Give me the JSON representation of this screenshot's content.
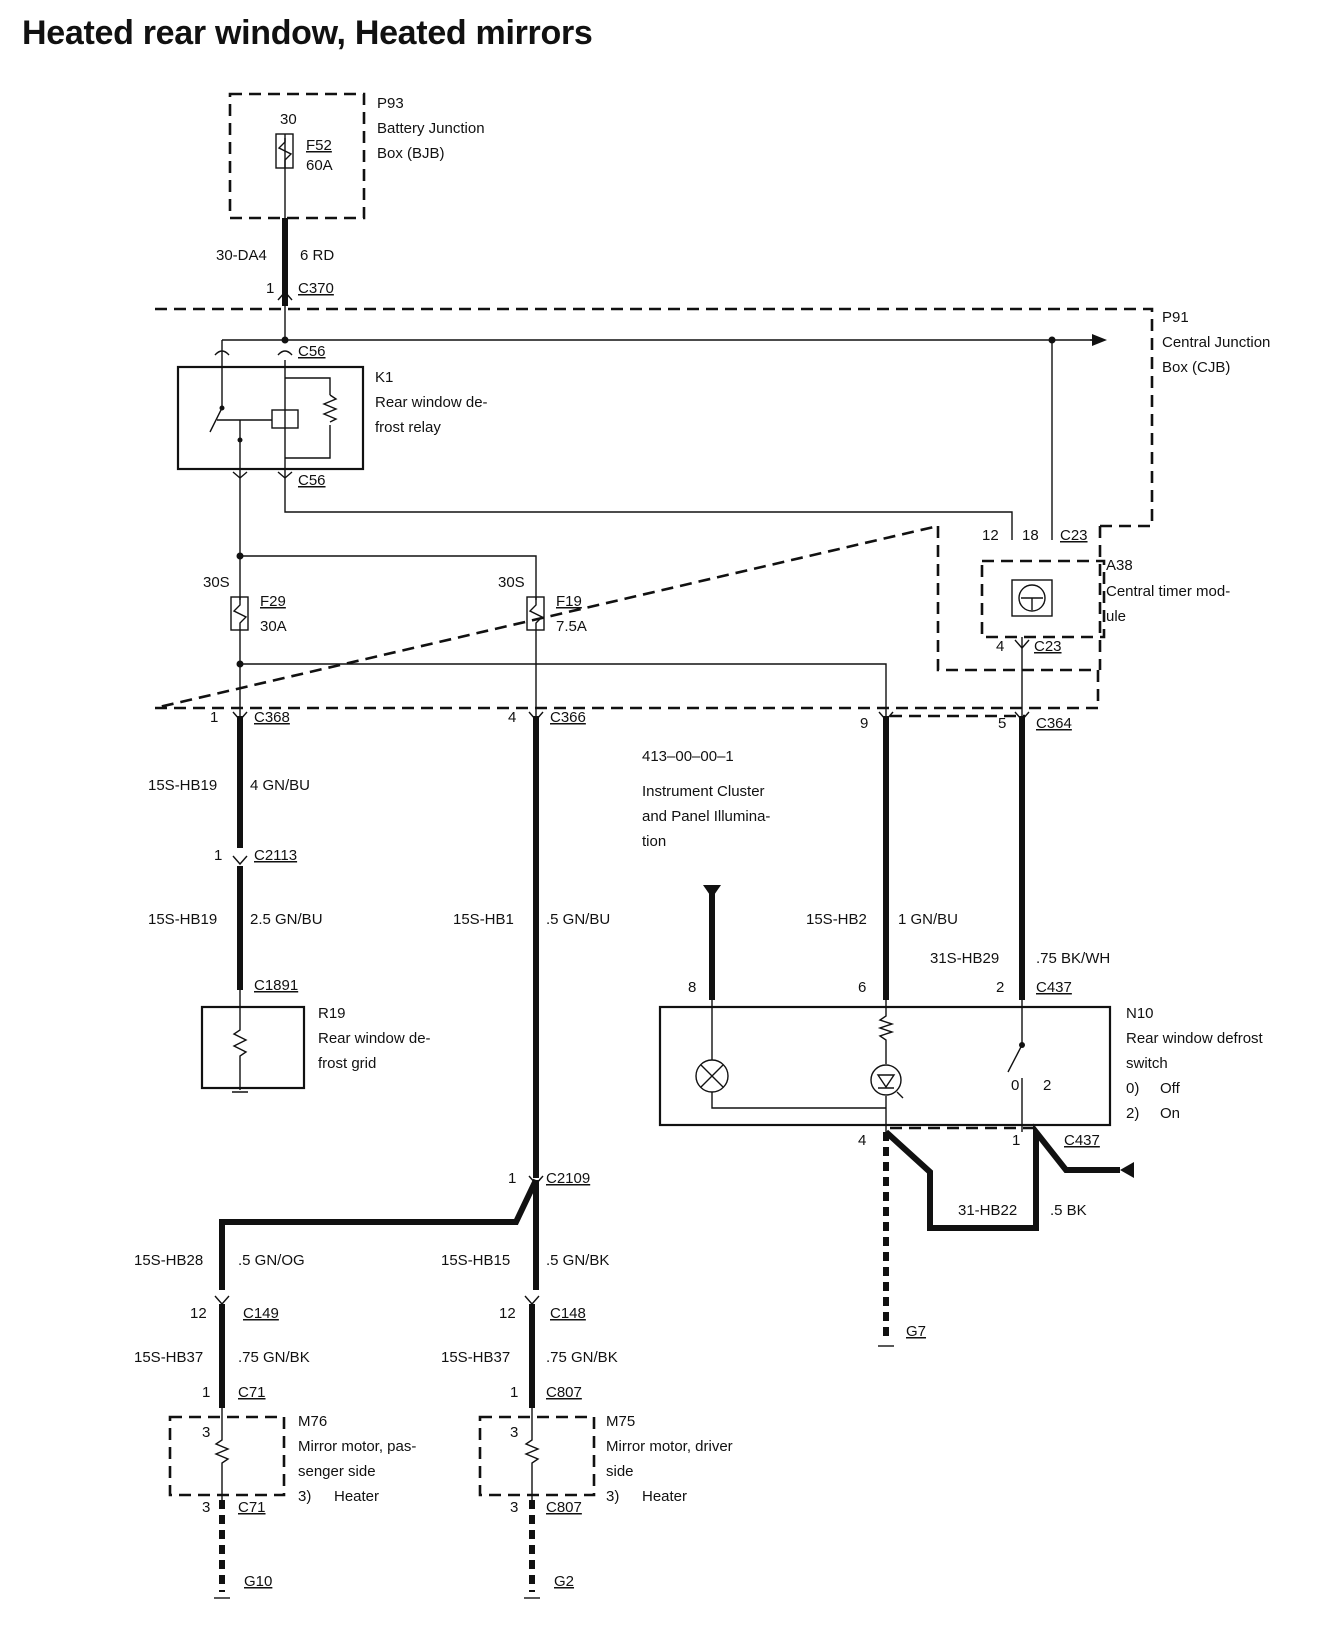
{
  "title": "Heated rear window, Heated mirrors",
  "components": {
    "p93": {
      "id": "P93",
      "line1": "Battery Junction",
      "line2": "Box (BJB)",
      "terminal": "30",
      "fuse": "F52",
      "rating": "60A"
    },
    "p91": {
      "id": "P91",
      "line1": "Central Junction",
      "line2": "Box (CJB)"
    },
    "k1": {
      "id": "K1",
      "line1": "Rear window de-",
      "line2": "frost relay",
      "conn_top": "C56",
      "conn_bottom": "C56"
    },
    "a38": {
      "id": "A38",
      "line1": "Central timer mod-",
      "line2": "ule",
      "conn_top": "C23",
      "pin_a": "12",
      "pin_b": "18",
      "conn_bottom": "C23",
      "pin_out": "4"
    },
    "f29": {
      "terminal": "30S",
      "fuse": "F29",
      "rating": "30A"
    },
    "f19": {
      "terminal": "30S",
      "fuse": "F19",
      "rating": "7.5A"
    },
    "r19": {
      "id": "R19",
      "line1": "Rear window de-",
      "line2": "frost grid",
      "conn": "C1891"
    },
    "n10": {
      "id": "N10",
      "line1": "Rear window defrost",
      "line2": "switch",
      "state0_key": "0)",
      "state0": "Off",
      "state2_key": "2)",
      "state2": "On",
      "pos0": "0",
      "pos2": "2",
      "pin_lamp": "8",
      "pin_ind": "6",
      "pin_sw": "2",
      "conn_top": "C437",
      "pin_gnd": "4",
      "pin_gnd2": "1",
      "conn_bottom": "C437"
    },
    "m76": {
      "id": "M76",
      "line1": "Mirror motor, pas-",
      "line2": "senger side",
      "note_key": "3)",
      "note": "Heater",
      "pin_in": "3",
      "pin_out": "3",
      "conn_in": "C71",
      "pin_c71": "1",
      "conn_out": "C71"
    },
    "m75": {
      "id": "M75",
      "line1": "Mirror motor, driver",
      "line2": "side",
      "note_key": "3)",
      "note": "Heater",
      "pin_in": "3",
      "pin_out": "3",
      "conn_in": "C807",
      "pin_c807": "1",
      "conn_out": "C807"
    },
    "ref": {
      "code": "413–00–00–1",
      "line1": "Instrument Cluster",
      "line2": "and Panel Illumina-",
      "line3": "tion"
    }
  },
  "connectors": {
    "c370": {
      "pin": "1",
      "name": "C370"
    },
    "c368": {
      "pin": "1",
      "name": "C368"
    },
    "c366": {
      "pin": "4",
      "name": "C366"
    },
    "c364_9": {
      "pin": "9"
    },
    "c364": {
      "pin": "5",
      "name": "C364"
    },
    "c2113": {
      "pin": "1",
      "name": "C2113"
    },
    "c2109": {
      "pin": "1",
      "name": "C2109"
    },
    "c149": {
      "pin": "12",
      "name": "C149"
    },
    "c148": {
      "pin": "12",
      "name": "C148"
    }
  },
  "wires": {
    "w30da4": {
      "circuit": "30-DA4",
      "spec": "6 RD"
    },
    "w15shb19a": {
      "circuit": "15S-HB19",
      "spec": "4 GN/BU"
    },
    "w15shb19b": {
      "circuit": "15S-HB19",
      "spec": "2.5 GN/BU"
    },
    "w15shb1": {
      "circuit": "15S-HB1",
      "spec": ".5 GN/BU"
    },
    "w15shb2": {
      "circuit": "15S-HB2",
      "spec": "1 GN/BU"
    },
    "w31shb29": {
      "circuit": "31S-HB29",
      "spec": ".75 BK/WH"
    },
    "w31hb22": {
      "circuit": "31-HB22",
      "spec": ".5 BK"
    },
    "w15shb28": {
      "circuit": "15S-HB28",
      "spec": ".5 GN/OG"
    },
    "w15shb15": {
      "circuit": "15S-HB15",
      "spec": ".5 GN/BK"
    },
    "w15shb37a": {
      "circuit": "15S-HB37",
      "spec": ".75 GN/BK"
    },
    "w15shb37b": {
      "circuit": "15S-HB37",
      "spec": ".75 GN/BK"
    }
  },
  "grounds": {
    "g10": "G10",
    "g2": "G2",
    "g7": "G7"
  }
}
